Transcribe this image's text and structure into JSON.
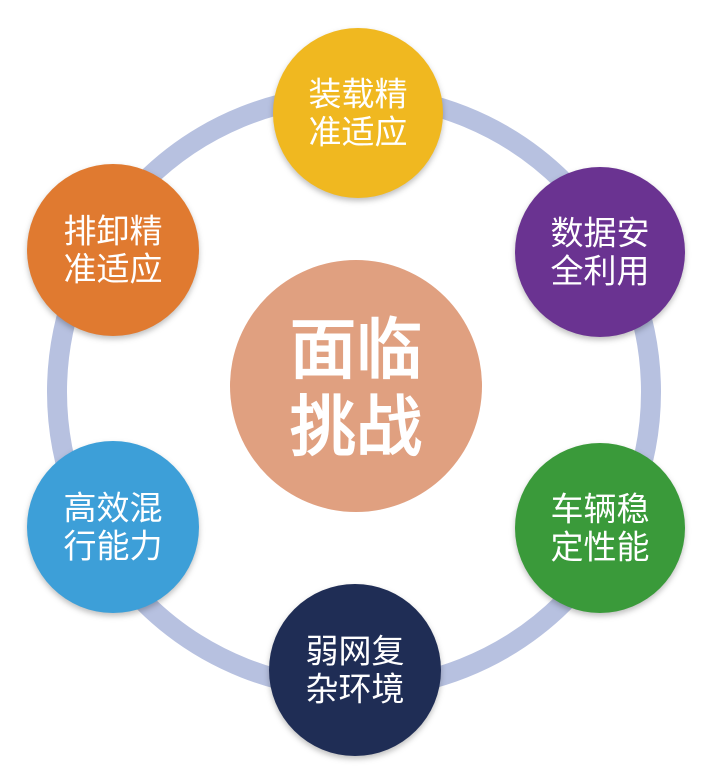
{
  "diagram": {
    "ring_color": "#b7c1e0",
    "center": {
      "lines": [
        "面临",
        "挑战"
      ],
      "color": "#e0a080"
    },
    "nodes": [
      {
        "id": "loading",
        "lines": [
          "装载精",
          "准适应"
        ],
        "color": "#f0b820"
      },
      {
        "id": "data-security",
        "lines": [
          "数据安",
          "全利用"
        ],
        "color": "#6a3391"
      },
      {
        "id": "vehicle-stability",
        "lines": [
          "车辆稳",
          "定性能"
        ],
        "color": "#3a9a3a"
      },
      {
        "id": "complex-env",
        "lines": [
          "弱网复",
          "杂环境"
        ],
        "color": "#1f2d55"
      },
      {
        "id": "mixed-traffic",
        "lines": [
          "高效混",
          "行能力"
        ],
        "color": "#3d9fd8"
      },
      {
        "id": "unloading",
        "lines": [
          "排卸精",
          "准适应"
        ],
        "color": "#e07a30"
      }
    ]
  }
}
